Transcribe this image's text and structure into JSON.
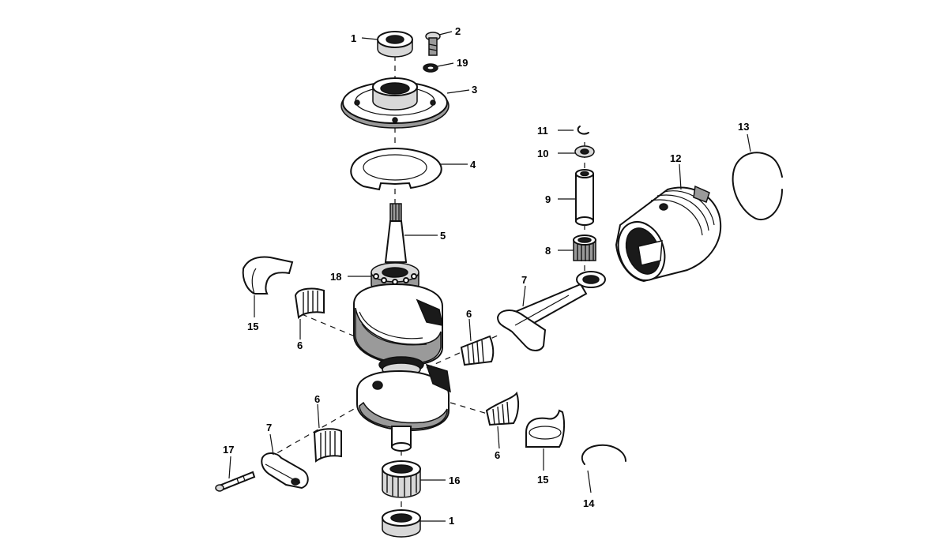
{
  "callouts": [
    {
      "id": "c1a",
      "label": "1"
    },
    {
      "id": "c2",
      "label": "2"
    },
    {
      "id": "c19",
      "label": "19"
    },
    {
      "id": "c3",
      "label": "3"
    },
    {
      "id": "c4",
      "label": "4"
    },
    {
      "id": "c11",
      "label": "11"
    },
    {
      "id": "c10",
      "label": "10"
    },
    {
      "id": "c9",
      "label": "9"
    },
    {
      "id": "c8",
      "label": "8"
    },
    {
      "id": "c13",
      "label": "13"
    },
    {
      "id": "c12",
      "label": "12"
    },
    {
      "id": "c5",
      "label": "5"
    },
    {
      "id": "c18",
      "label": "18"
    },
    {
      "id": "c7a",
      "label": "7"
    },
    {
      "id": "c15a",
      "label": "15"
    },
    {
      "id": "c6a",
      "label": "6"
    },
    {
      "id": "c6b",
      "label": "6"
    },
    {
      "id": "c6c",
      "label": "6"
    },
    {
      "id": "c6d",
      "label": "6"
    },
    {
      "id": "c7b",
      "label": "7"
    },
    {
      "id": "c17",
      "label": "17"
    },
    {
      "id": "c16",
      "label": "16"
    },
    {
      "id": "c15b",
      "label": "15"
    },
    {
      "id": "c14",
      "label": "14"
    },
    {
      "id": "c1b",
      "label": "1"
    }
  ]
}
